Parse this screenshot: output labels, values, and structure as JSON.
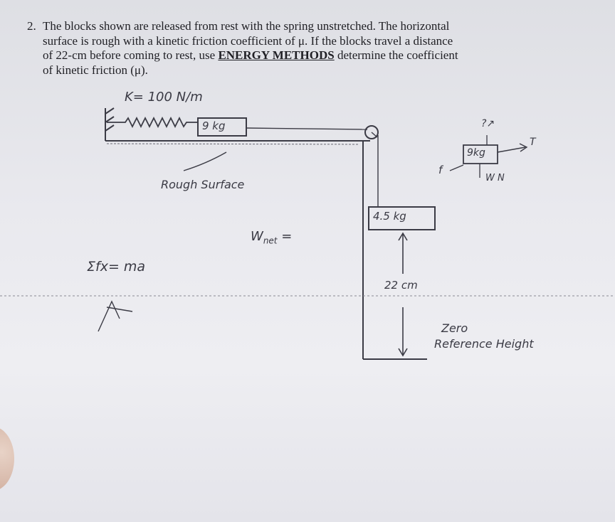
{
  "problem": {
    "number": "2.",
    "lines": [
      "The blocks shown are released from rest with the spring unstretched. The horizontal",
      "surface is rough with a kinetic friction coefficient of μ.  If the blocks travel a distance",
      "of 22-cm before coming to rest, use ",
      "of kinetic friction (μ)."
    ],
    "emphasis": "ENERGY METHODS",
    "line3_tail": " determine the coefficient"
  },
  "annotations": {
    "spring_constant": "K= 100 N/m",
    "block_top": "9 kg",
    "rough_surface": "Rough Surface",
    "hanging_block": "4.5 kg",
    "w_net": "W",
    "w_net_sub": "net",
    "w_net_eq": " =",
    "sum_forces": "Σfx= ma",
    "distance": "22 cm",
    "zero_line1": "Zero",
    "zero_line2": "Reference Height",
    "fbd_block": "9kg",
    "fbd_t": "T",
    "fbd_f": "f",
    "fbd_top": "?↗",
    "fbd_bottom": "W N"
  }
}
